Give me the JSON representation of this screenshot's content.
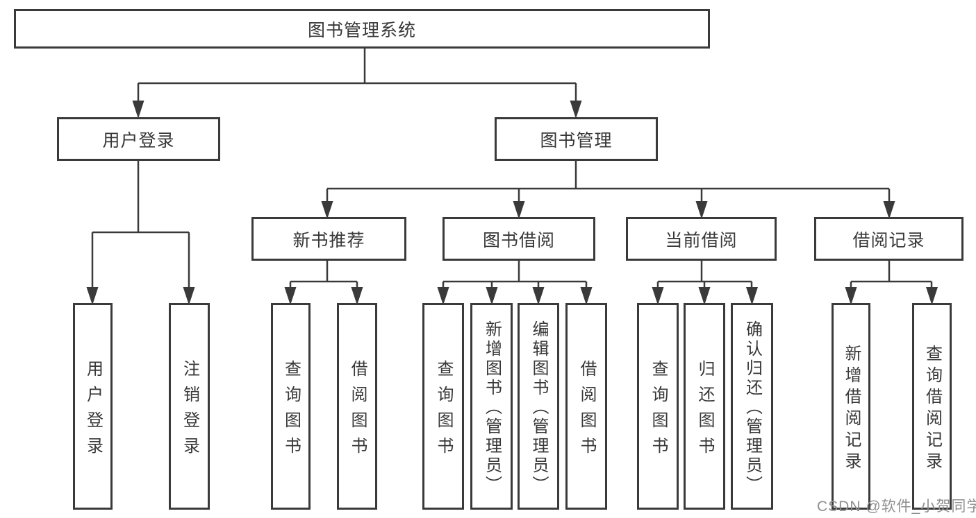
{
  "colors": {
    "line": "#3a3a3a",
    "text": "#383838",
    "box_bg": "#ffffff",
    "page_bg": "#ffffff",
    "watermark": "#8f8f8f"
  },
  "watermark": {
    "text": "CSDN @软件_小贺同学"
  },
  "tree": {
    "root": {
      "label": "图书管理系统"
    },
    "level2": [
      {
        "label": "用户登录",
        "children": [
          {
            "label": "用户登录"
          },
          {
            "label": "注销登录"
          }
        ]
      },
      {
        "label": "图书管理",
        "children": [
          {
            "label": "新书推荐",
            "children": [
              {
                "label": "查询图书"
              },
              {
                "label": "借阅图书"
              }
            ]
          },
          {
            "label": "图书借阅",
            "children": [
              {
                "label": "查询图书"
              },
              {
                "label": "新增图书（管理员）"
              },
              {
                "label": "编辑图书（管理员）"
              },
              {
                "label": "借阅图书"
              }
            ]
          },
          {
            "label": "当前借阅",
            "children": [
              {
                "label": "查询图书"
              },
              {
                "label": "归还图书"
              },
              {
                "label": "确认归还（管理员）"
              }
            ]
          },
          {
            "label": "借阅记录",
            "children": [
              {
                "label": "新增借阅记录"
              },
              {
                "label": "查询借阅记录"
              }
            ]
          }
        ]
      }
    ]
  }
}
